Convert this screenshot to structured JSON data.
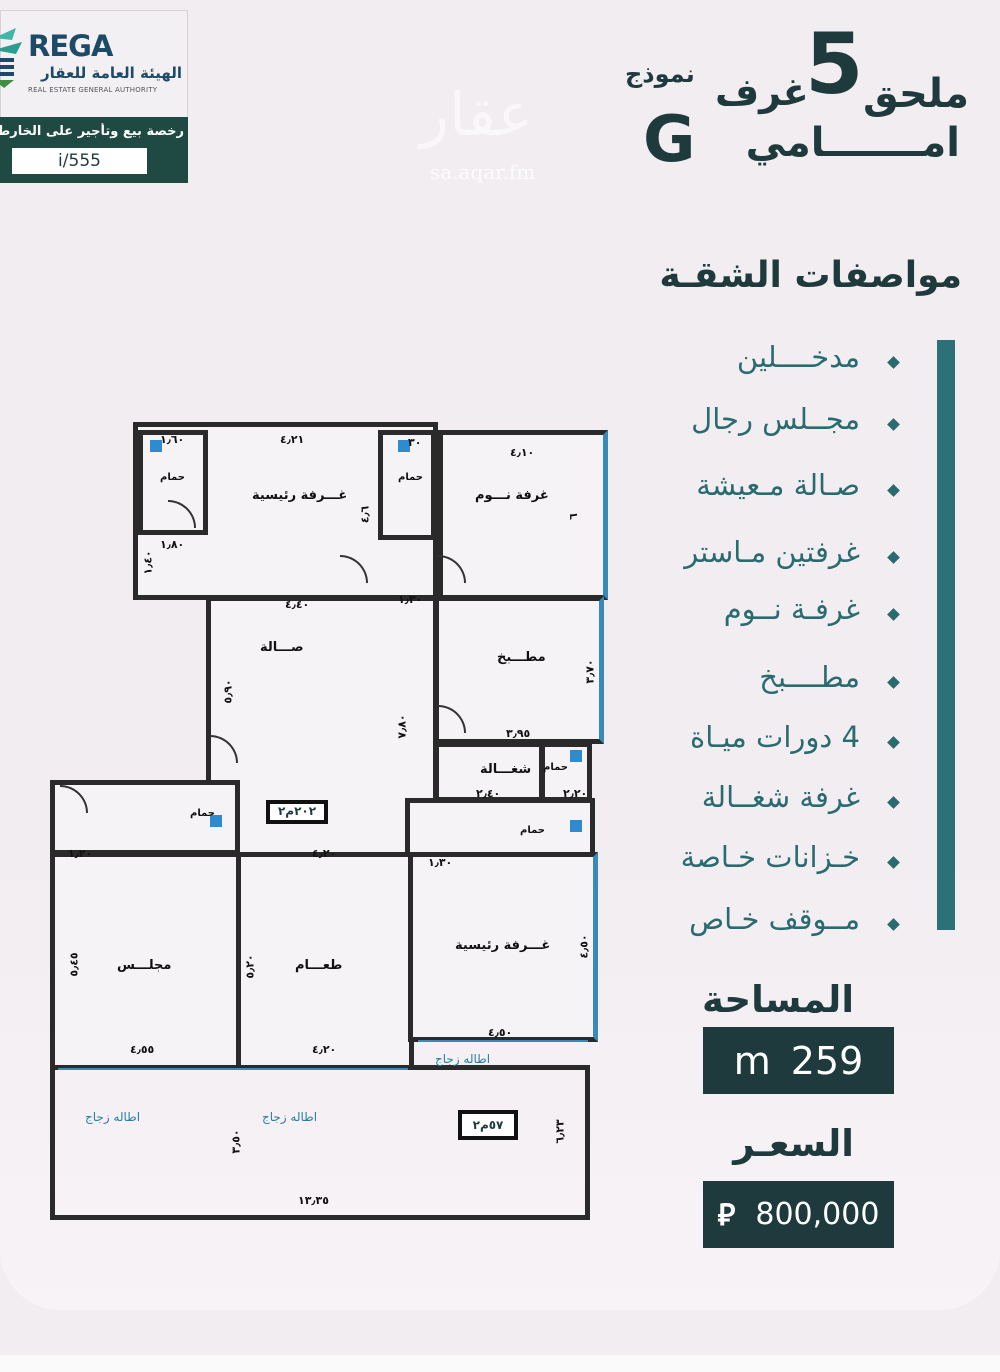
{
  "logo": {
    "name": "REGA",
    "arabic": "الهيئة العامة للعقار",
    "english": "REAL ESTATE GENERAL AUTHORITY"
  },
  "license": {
    "label": "رخصة بيع وتأجير على الخارطة",
    "number": "i/555"
  },
  "title": {
    "annex": "ملحق",
    "rooms_count": "5",
    "rooms": "غرف",
    "model_label": "نموذج",
    "facing": "امـــــــامي",
    "model": "G"
  },
  "watermark": {
    "logo": "عقار",
    "url": "sa.aqar.fm"
  },
  "specs": {
    "title": "مواصفات الشقـة",
    "items": [
      "مدخــــلين",
      "مجــلس رجال",
      "صـالة مـعيشة",
      "غرفتين مـاستر",
      "غرفـة نــوم",
      "مطــــبخ",
      "4 دورات ميـاة",
      "غرفة شغــالة",
      "خـزانات خـاصة",
      "مــوقف خـاص"
    ]
  },
  "area": {
    "label": "المساحة",
    "value": "259",
    "unit": "m"
  },
  "price": {
    "label": "السعـر",
    "value": "800,000",
    "currency_icon": "riyal-symbol"
  },
  "colors": {
    "dark": "#1f3a3d",
    "accent": "#2c7177",
    "background": "#f1edf1"
  },
  "plan": {
    "rooms": {
      "master1": "غـــرفة رئيسية",
      "bedroom": "غرفة نـــوم",
      "hall": "صـــالة",
      "kitchen": "مطـــبخ",
      "laundry": "شغـــالة",
      "majlis": "مجلـــس",
      "dining": "طعـــام",
      "master2": "غـــرفة رئيسية",
      "bath": "حمام"
    },
    "area_labels": {
      "interior": "٢٠٢م٢",
      "terrace": "٥٧م٢"
    },
    "glass": "اطاله زجاج",
    "dims": {
      "d1": "١٫٦٠",
      "d2": "٤٫٢١",
      "d3": "٣٠",
      "d4": "٤٫١٠",
      "d5": "٦",
      "d6": "٤٫٦",
      "d7": "١٫٨٠",
      "d8": "١٫٤٠",
      "d9": "١٫٣٠",
      "d10": "٤٫٤٠",
      "d11": "٥٫٩٠",
      "d12": "٧٫٨٠",
      "d13": "٣٫٧٠",
      "d14": "٣٫٩٥",
      "d15": "٢٫٤٠",
      "d16": "٢٫٢٠",
      "d17": "١٫٢٠",
      "d18": "٤٫٢٠",
      "d19": "١٫٣٠",
      "d20": "٥٫٤٥",
      "d21": "٥٫٢٠",
      "d22": "٤٫٥٠",
      "d23": "٤٫٥٠",
      "d24": "٤٫٥٥",
      "d25": "٤٫٢٠",
      "d26": "٣٫٥٠",
      "d27": "٦٫٢٣",
      "d28": "١٣٫٣٥"
    }
  }
}
